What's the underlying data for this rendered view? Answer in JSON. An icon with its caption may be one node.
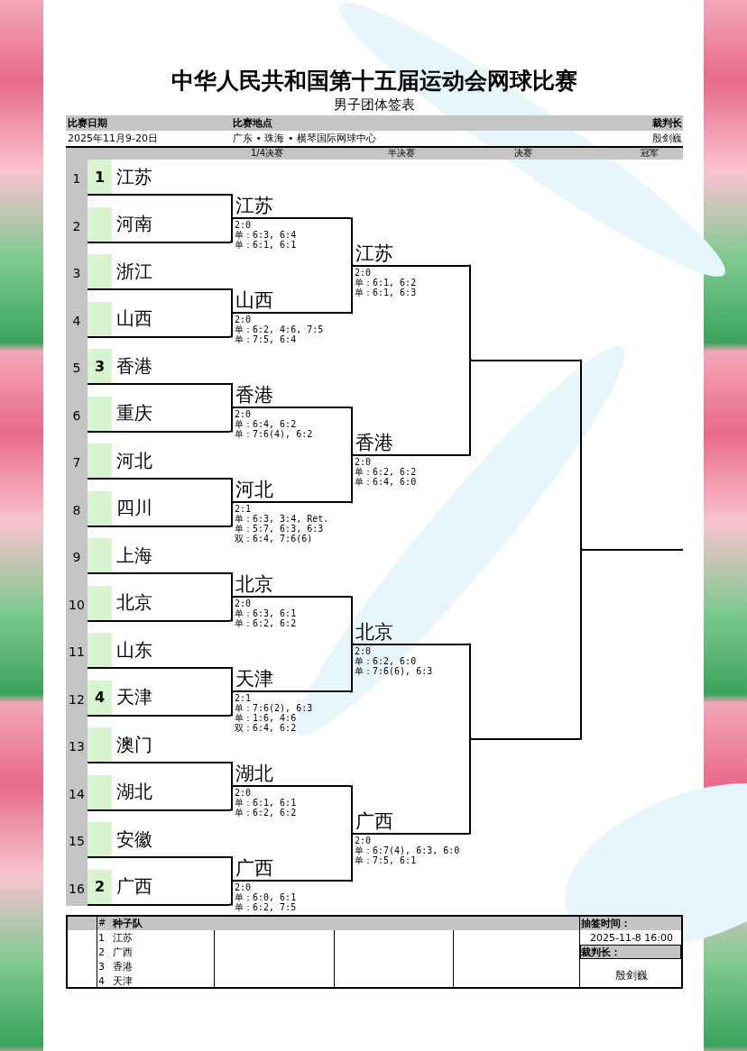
{
  "diagram": {
    "title": "中华人民共和国第十五届运动会网球比赛",
    "nodes": [
      {
        "text": [
          "1",
          "江苏"
        ],
        "beside": [
          "1"
        ]
      },
      {
        "text": [
          "河南"
        ],
        "beside": [
          "2"
        ]
      },
      {
        "text": [
          "浙江"
        ],
        "beside": [
          "3"
        ]
      },
      {
        "text": [
          "山西"
        ],
        "beside": [
          "4"
        ]
      },
      {
        "text": [
          "3",
          "香港"
        ],
        "beside": [
          "5"
        ]
      },
      {
        "text": [
          "重庆"
        ],
        "beside": [
          "6"
        ]
      },
      {
        "text": [
          "河北"
        ],
        "beside": [
          "7"
        ]
      },
      {
        "text": [
          "四川"
        ],
        "beside": [
          "8"
        ]
      },
      {
        "text": [
          "上海"
        ],
        "beside": [
          "9"
        ]
      },
      {
        "text": [
          "北京"
        ],
        "beside": [
          "10"
        ]
      },
      {
        "text": [
          "山东"
        ],
        "beside": [
          "11"
        ]
      },
      {
        "text": [
          "4",
          "天津"
        ],
        "beside": [
          "12"
        ]
      },
      {
        "text": [
          "澳门"
        ],
        "beside": [
          "13"
        ]
      },
      {
        "text": [
          "湖北"
        ],
        "beside": [
          "14"
        ]
      },
      {
        "text": [
          "安徽"
        ],
        "beside": [
          "15"
        ]
      },
      {
        "text": [
          "2",
          "广西"
        ],
        "beside": [
          "16"
        ]
      },
      {
        "text": [
          "江苏"
        ],
        "beside": [
          "2:0",
          "单：6:3, 6:4",
          "单：6:1, 6:1"
        ]
      },
      {
        "text": [
          "山西"
        ],
        "beside": [
          "2:0",
          "单：6:2, 4:6, 7:5",
          "单：7:5, 6:4"
        ]
      },
      {
        "text": [
          "香港"
        ],
        "beside": [
          "2:0",
          "单：6:4, 6:2",
          "单：7:6(4), 6:2"
        ]
      },
      {
        "text": [
          "河北"
        ],
        "beside": [
          "2:1",
          "单：6:3, 3:4, Ret.",
          "单：5:7, 6:3, 6:3",
          "双：6:4, 7:6(6)"
        ]
      },
      {
        "text": [
          "北京"
        ],
        "beside": [
          "2:0",
          "单：6:3, 6:1",
          "单：6:2, 6:2"
        ]
      },
      {
        "text": [
          "天津"
        ],
        "beside": [
          "2:1",
          "单：7:6(2), 6:3",
          "单：1:6, 4:6",
          "双：6:4, 6:2"
        ]
      },
      {
        "text": [
          "湖北"
        ],
        "beside": [
          "2:0",
          "单：6:1, 6:1",
          "单：6:2, 6:2"
        ]
      },
      {
        "text": [
          "广西"
        ],
        "beside": [
          "2:0",
          "单：6:0, 6:1",
          "单：6:2, 7:5"
        ]
      },
      {
        "text": [
          "江苏"
        ],
        "beside": [
          "2:0",
          "单：6:1, 6:2",
          "单：6:1, 6:3"
        ]
      },
      {
        "text": [
          "香港"
        ],
        "beside": [
          "2:0",
          "单：6:2, 6:2",
          "单：6:4, 6:0"
        ]
      },
      {
        "text": [
          "北京"
        ],
        "beside": [
          "2:0",
          "单：6:2, 6:0",
          "单：7:6(6), 6:3"
        ]
      },
      {
        "text": [
          "广西"
        ],
        "beside": [
          "2:0",
          "单：6:7(4), 6:3, 6:0",
          "单：7:5, 6:1"
        ]
      },
      {
        "text": [],
        "shape": "bar"
      },
      {
        "text": [],
        "shape": "bar"
      },
      {
        "text": [],
        "shape": "bar"
      }
    ],
    "edges": [
      {
        "from": 0,
        "to": 16,
        "arrow": "none"
      },
      {
        "from": 1,
        "to": 16,
        "arrow": "none"
      },
      {
        "from": 2,
        "to": 17,
        "arrow": "none"
      },
      {
        "from": 3,
        "to": 17,
        "arrow": "none"
      },
      {
        "from": 4,
        "to": 18,
        "arrow": "none"
      },
      {
        "from": 5,
        "to": 18,
        "arrow": "none"
      },
      {
        "from": 6,
        "to": 19,
        "arrow": "none"
      },
      {
        "from": 7,
        "to": 19,
        "arrow": "none"
      },
      {
        "from": 8,
        "to": 20,
        "arrow": "none"
      },
      {
        "from": 9,
        "to": 20,
        "arrow": "none"
      },
      {
        "from": 10,
        "to": 21,
        "arrow": "none"
      },
      {
        "from": 11,
        "to": 21,
        "arrow": "none"
      },
      {
        "from": 12,
        "to": 22,
        "arrow": "none"
      },
      {
        "from": 13,
        "to": 22,
        "arrow": "none"
      },
      {
        "from": 14,
        "to": 23,
        "arrow": "none"
      },
      {
        "from": 15,
        "to": 23,
        "arrow": "none"
      },
      {
        "from": 16,
        "to": 24,
        "arrow": "none"
      },
      {
        "from": 17,
        "to": 24,
        "arrow": "none"
      },
      {
        "from": 18,
        "to": 25,
        "arrow": "none"
      },
      {
        "from": 19,
        "to": 25,
        "arrow": "none"
      },
      {
        "from": 20,
        "to": 26,
        "arrow": "none"
      },
      {
        "from": 21,
        "to": 26,
        "arrow": "none"
      },
      {
        "from": 22,
        "to": 27,
        "arrow": "none"
      },
      {
        "from": 23,
        "to": 27,
        "arrow": "none"
      },
      {
        "from": 24,
        "to": 28,
        "arrow": "none"
      },
      {
        "from": 25,
        "to": 28,
        "arrow": "none"
      },
      {
        "from": 26,
        "to": 29,
        "arrow": "none"
      },
      {
        "from": 27,
        "to": 29,
        "arrow": "none"
      },
      {
        "from": 28,
        "to": 30,
        "arrow": "none"
      },
      {
        "from": 29,
        "to": 30,
        "arrow": "none"
      }
    ],
    "labels": [
      "男子团体签表",
      "比赛日期",
      "比赛地点",
      "裁判长",
      "2025年11月9-20日",
      "广东 • 珠海 • 横琴国际网球中心",
      "殷剑巍",
      "1/4决赛",
      "半决赛",
      "决赛",
      "冠军",
      "#",
      "种子队",
      "抽签时间：",
      "1",
      "江苏",
      "2",
      "广西",
      "3",
      "香港",
      "4",
      "天津",
      "2025-11-8 16:00",
      "裁判长：",
      "殷剑巍"
    ]
  }
}
